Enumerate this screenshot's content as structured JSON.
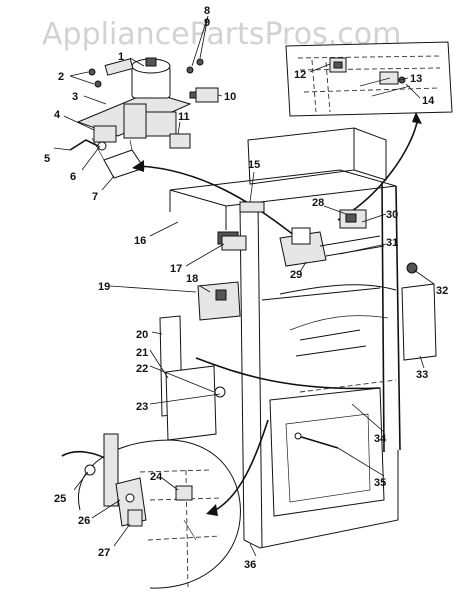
{
  "watermark": "AppliancePartsPros.com",
  "corner_text": "",
  "callouts": {
    "c1": "1",
    "c2": "2",
    "c3": "3",
    "c4": "4",
    "c5": "5",
    "c6": "6",
    "c7": "7",
    "c8": "8",
    "c9": "9",
    "c10": "10",
    "c11": "11",
    "c12": "12",
    "c13": "13",
    "c14": "14",
    "c15": "15",
    "c16": "16",
    "c17": "17",
    "c18": "18",
    "c19": "19",
    "c20": "20",
    "c21": "21",
    "c22": "22",
    "c23": "23",
    "c24": "24",
    "c25": "25",
    "c26": "26",
    "c27": "27",
    "c28": "28",
    "c29": "29",
    "c30": "30",
    "c31": "31",
    "c32": "32",
    "c33": "33",
    "c34": "34",
    "c35": "35",
    "c36": "36"
  }
}
